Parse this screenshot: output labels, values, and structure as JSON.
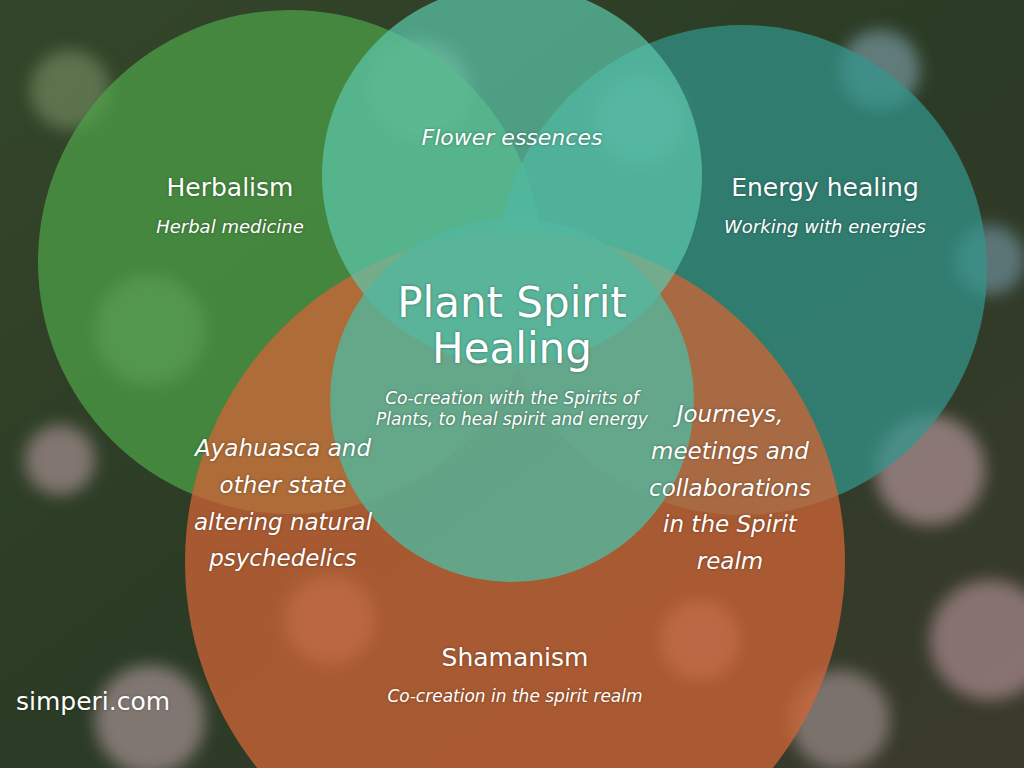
{
  "diagram": {
    "nodes": [
      {
        "text": [
          "Flower essences"
        ]
      },
      {
        "text": [
          "Herbalism",
          "Herbal medicine"
        ]
      },
      {
        "text": [
          "Energy healing",
          "Working with energies"
        ]
      },
      {
        "text": [
          "Plant Spirit Healing",
          "Co-creation with the Spirits of Plants, to heal spirit and energy"
        ]
      },
      {
        "text": [
          "Shamanism",
          "Co-creation in the spirit realm"
        ]
      }
    ],
    "labels": [
      "Ayahuasca and other state altering natural psychedelics",
      "Journeys, meetings and collaborations in the Spirit realm",
      "simperi.com"
    ]
  }
}
